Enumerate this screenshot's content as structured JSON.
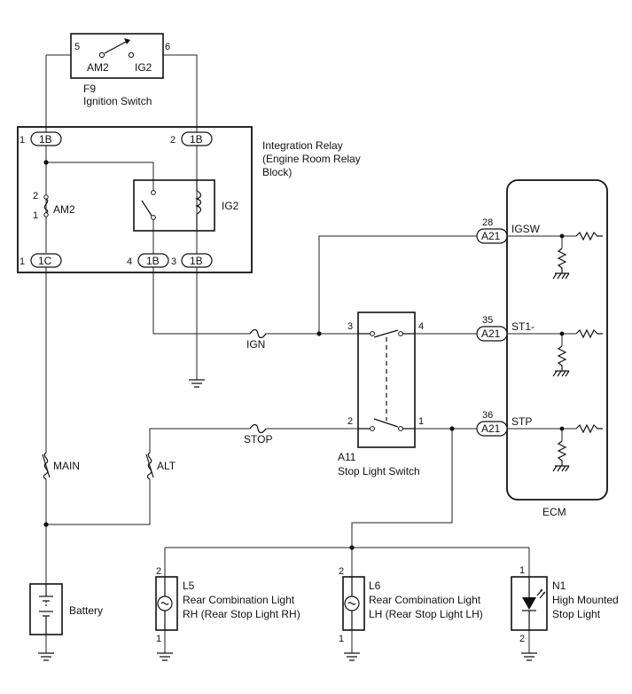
{
  "ignition_switch": {
    "ref": "F9",
    "name": "Ignition Switch",
    "contact_left": "AM2",
    "contact_right": "IG2",
    "pin_left": "5",
    "pin_right": "6"
  },
  "integration_relay": {
    "name_line1": "Integration Relay",
    "name_line2": "(Engine Room Relay",
    "name_line3": "Block)",
    "fuse": "AM2",
    "fuse_pin_top": "2",
    "fuse_pin_bottom": "1",
    "relay": "IG2",
    "connectors": [
      {
        "pin": "1",
        "code": "1B"
      },
      {
        "pin": "2",
        "code": "1B"
      },
      {
        "pin": "1",
        "code": "1C"
      },
      {
        "pin": "4",
        "code": "1B"
      },
      {
        "pin": "3",
        "code": "1B"
      }
    ]
  },
  "fuses": {
    "ign": "IGN",
    "stop": "STOP",
    "main": "MAIN",
    "alt": "ALT"
  },
  "stop_light_switch": {
    "ref": "A11",
    "name": "Stop Light Switch",
    "pins": [
      "3",
      "4",
      "2",
      "1"
    ]
  },
  "ecm": {
    "name": "ECM",
    "terminals": [
      {
        "pin": "28",
        "connector": "A21",
        "signal": "IGSW"
      },
      {
        "pin": "35",
        "connector": "A21",
        "signal": "ST1-"
      },
      {
        "pin": "36",
        "connector": "A21",
        "signal": "STP"
      }
    ]
  },
  "battery": {
    "name": "Battery"
  },
  "lights": [
    {
      "ref": "L5",
      "line1": "Rear Combination Light",
      "line2": "RH (Rear Stop Light RH)",
      "pin_top": "2",
      "pin_bottom": "1"
    },
    {
      "ref": "L6",
      "line1": "Rear Combination Light",
      "line2": "LH (Rear Stop Light LH)",
      "pin_top": "2",
      "pin_bottom": "1"
    },
    {
      "ref": "N1",
      "line1": "High Mounted",
      "line2": "Stop Light",
      "pin_top": "1",
      "pin_bottom": "2"
    }
  ]
}
